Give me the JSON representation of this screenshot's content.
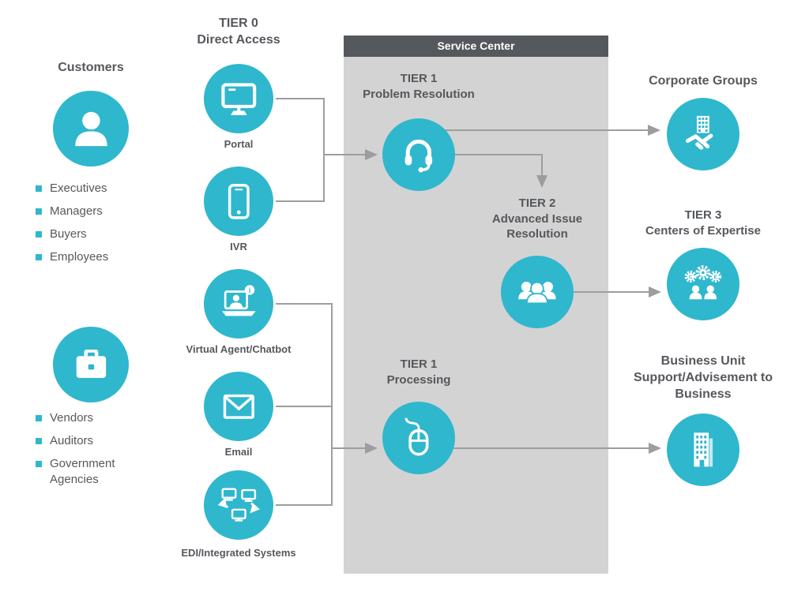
{
  "colors": {
    "accent_teal": "#2FB7CD",
    "panel_gray": "#D3D3D3",
    "header_gray": "#55585C",
    "text_gray": "#55585C",
    "connector_gray": "#9D9D9D"
  },
  "customers_group": {
    "title": "Customers",
    "icon": "person-icon",
    "items": [
      "Executives",
      "Managers",
      "Buyers",
      "Employees"
    ]
  },
  "vendors_group": {
    "icon": "briefcase-icon",
    "items": [
      "Vendors",
      "Auditors",
      "Government Agencies"
    ]
  },
  "tier0": {
    "heading": [
      "TIER 0",
      "Direct Access"
    ],
    "channels": [
      {
        "label": "Portal",
        "icon": "monitor-icon"
      },
      {
        "label": "IVR",
        "icon": "smartphone-icon"
      },
      {
        "label": "Virtual Agent/Chatbot",
        "icon": "virtual-agent-icon"
      },
      {
        "label": "Email",
        "icon": "envelope-icon"
      },
      {
        "label": "EDI/Integrated Systems",
        "icon": "integrated-systems-icon"
      }
    ]
  },
  "service_center": {
    "header": "Service Center",
    "tier1_problem_resolution": {
      "heading": [
        "TIER 1",
        "Problem Resolution"
      ],
      "icon": "headset-icon"
    },
    "tier2": {
      "heading": [
        "TIER 2",
        "Advanced Issue",
        "Resolution"
      ],
      "icon": "team-icon"
    },
    "tier1_processing": {
      "heading": [
        "TIER 1",
        "Processing"
      ],
      "icon": "mouse-icon"
    }
  },
  "outputs": {
    "corporate_groups": {
      "heading": [
        "Corporate Groups"
      ],
      "icon": "corporate-handshake-icon"
    },
    "tier3": {
      "heading": [
        "TIER 3",
        "Centers of Expertise"
      ],
      "icon": "expertise-gears-icon"
    },
    "business_unit": {
      "heading": [
        "Business Unit",
        "Support/Advisement to",
        "Business"
      ],
      "icon": "office-building-icon"
    }
  }
}
